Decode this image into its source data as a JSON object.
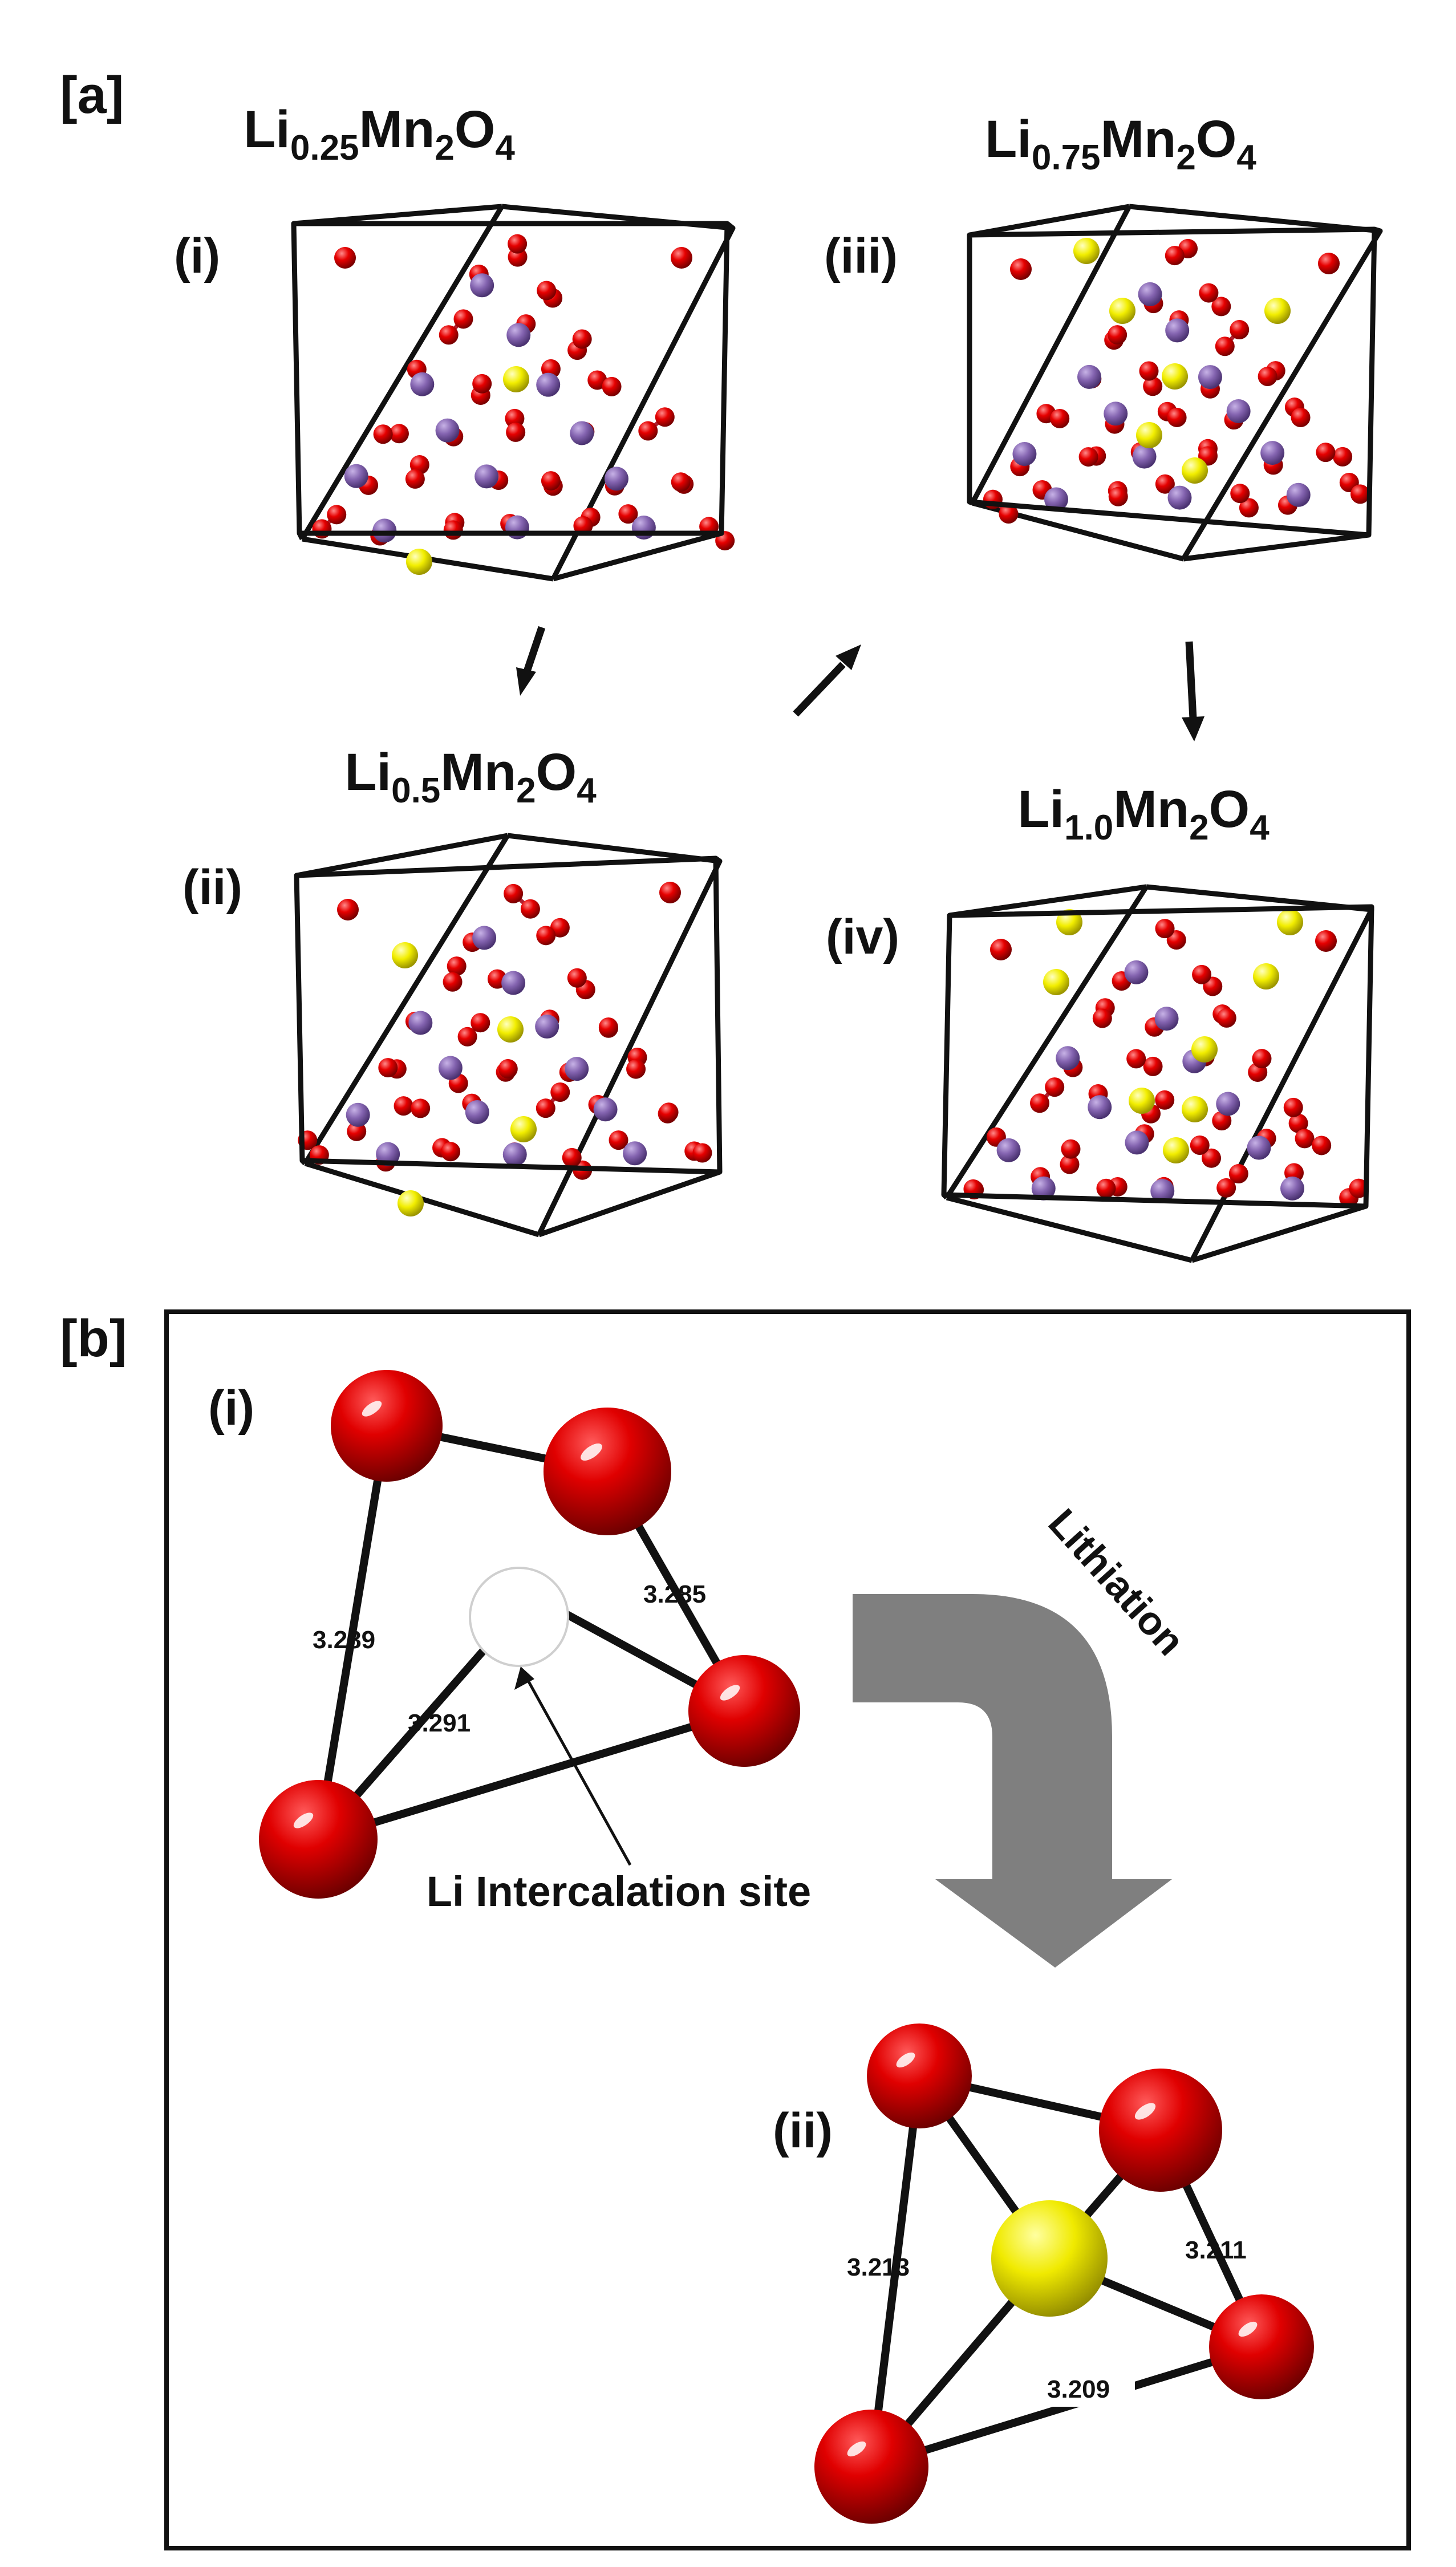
{
  "panel_a": {
    "label": "[a]",
    "structures": [
      {
        "roman": "(i)",
        "formula": {
          "el1": "Li",
          "sub1": "0.25",
          "el2": "Mn",
          "sub2": "2",
          "el3": "O",
          "sub3": "4"
        }
      },
      {
        "roman": "(ii)",
        "formula": {
          "el1": "Li",
          "sub1": "0.5",
          "el2": "Mn",
          "sub2": "2",
          "el3": "O",
          "sub3": "4"
        }
      },
      {
        "roman": "(iii)",
        "formula": {
          "el1": "Li",
          "sub1": "0.75",
          "el2": "Mn",
          "sub2": "2",
          "el3": "O",
          "sub3": "4"
        }
      },
      {
        "roman": "(iv)",
        "formula": {
          "el1": "Li",
          "sub1": "1.0",
          "el2": "Mn",
          "sub2": "2",
          "el3": "O",
          "sub3": "4"
        }
      }
    ]
  },
  "panel_b": {
    "label": "[b]",
    "sub_i": {
      "roman": "(i)",
      "distances": [
        "3.289",
        "3.285",
        "3.291"
      ],
      "site_label": "Li Intercalation site"
    },
    "arrow_label": "Lithiation",
    "sub_ii": {
      "roman": "(ii)",
      "distances": [
        "3.213",
        "3.211",
        "3.209"
      ]
    }
  },
  "colors": {
    "oxygen": "#dd0000",
    "manganese": "#8464b0",
    "lithium": "#f2ee00",
    "bond_mn_o": "#b02030",
    "frame": "#111111",
    "arrow": "#7f7f7f"
  }
}
